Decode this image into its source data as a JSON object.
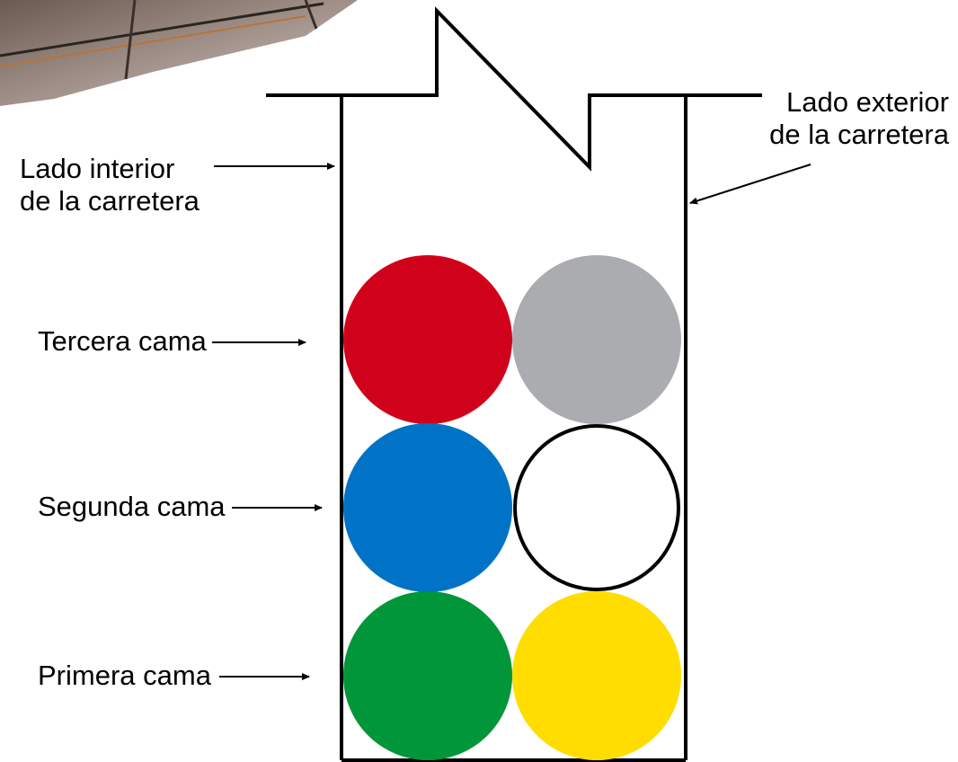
{
  "labels": {
    "outer_side": [
      "Lado exterior",
      "de la carretera"
    ],
    "inner_side": [
      "Lado interior",
      "de la carretera"
    ],
    "third_layer": "Tercera cama",
    "second_layer": "Segunda cama",
    "first_layer": "Primera cama"
  },
  "colors": {
    "red": "#d0021b",
    "gray": "#abacaf",
    "blue": "#0073c6",
    "white": "#ffffff",
    "green": "#009639",
    "yellow": "#ffdd00",
    "outline": "#000000"
  },
  "corner_photo": {
    "description_icon": "road-surface-photo-icon"
  }
}
